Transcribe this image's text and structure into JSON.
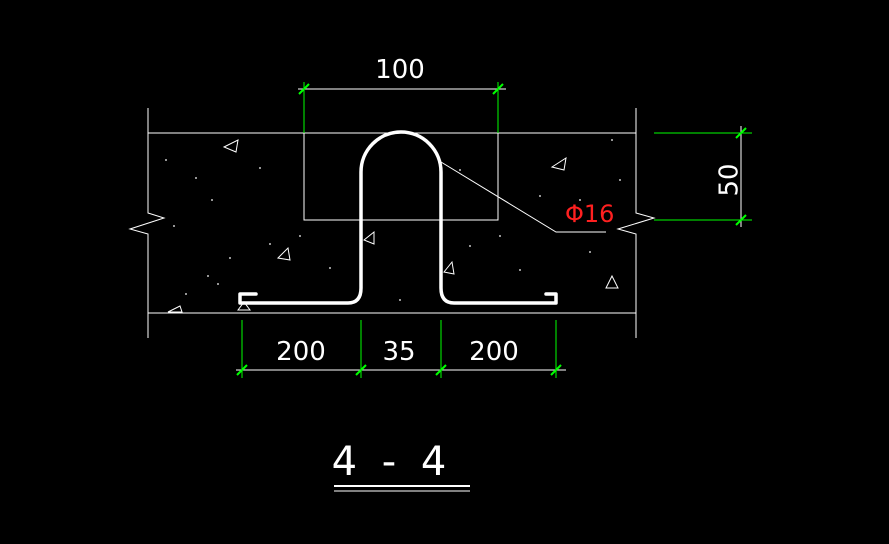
{
  "drawing": {
    "section_title": "4 - 4",
    "rebar_label": "Φ16",
    "dimensions": {
      "top_width": "100",
      "right_height": "50",
      "bottom_left": "200",
      "bottom_middle": "35",
      "bottom_right": "200"
    },
    "colors": {
      "background": "#000000",
      "outline": "#ffffff",
      "dimension": "#00ff00",
      "rebar_label": "#ff2020"
    }
  }
}
